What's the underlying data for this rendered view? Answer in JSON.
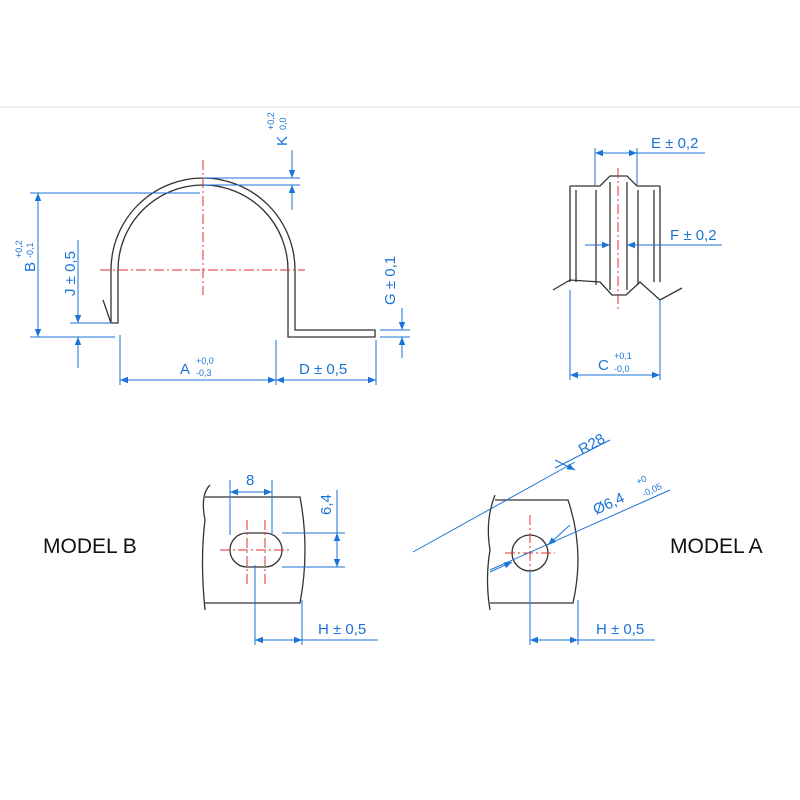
{
  "colors": {
    "dimension": "#1a73d6",
    "centerline": "#e03030",
    "outline": "#333333",
    "label": "#111111"
  },
  "models": {
    "b_label": "MODEL B",
    "a_label": "MODEL A"
  },
  "dimensions": {
    "A": {
      "letter": "A",
      "tol_upper": "+0,0",
      "tol_lower": "-0,3"
    },
    "B": {
      "letter": "B",
      "tol_upper": "+0,2",
      "tol_lower": "-0,1"
    },
    "C": {
      "letter": "C",
      "tol_upper": "+0,1",
      "tol_lower": "-0,0"
    },
    "D": "D ± 0,5",
    "E": "E ± 0,2",
    "F": "F ± 0,2",
    "G": "G ± 0,1",
    "J": "J ± 0,5",
    "K": {
      "letter": "K",
      "tol_upper": "+0,2",
      "tol_lower": "0,0"
    },
    "H_model_b": "H ± 0,5",
    "H_model_a": "H ± 0,5",
    "slot_width": "8",
    "slot_height": "6,4",
    "radius": "R28",
    "hole": {
      "main": "Ø6,4",
      "tol_upper": "+0",
      "tol_lower": "-0,05"
    }
  }
}
